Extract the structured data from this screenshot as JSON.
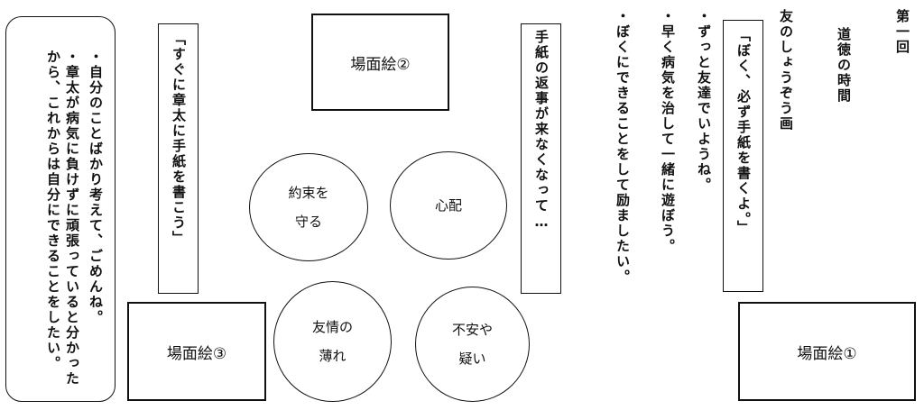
{
  "lesson": {
    "number": "第一回",
    "title": "道徳の時間",
    "subject": "友のしょうぞう画"
  },
  "right_quote": "「ぼく、必ず手紙を書くよ。」",
  "bullets_right": [
    "・ずっと友達でいようね。",
    "・早く病気を治して一緒に遊ぼう。",
    "・ぼくにできることをして励ましたい。"
  ],
  "center_box": "手紙の返事が来なくなって…",
  "left_quote": "「すぐに章太に手紙を書こう」",
  "left_panel": [
    "・自分のことばかり考えて、ごめんね。",
    "・章太が病気に負けずに頑張っていると分かったから、これからは自分にできることをしたい。"
  ],
  "scenes": {
    "scene1": "場面絵①",
    "scene2": "場面絵②",
    "scene3": "場面絵③"
  },
  "emotions": {
    "promise_line1": "約束を",
    "promise_line2": "守る",
    "worry": "心配",
    "friendship_line1": "友情の",
    "friendship_line2": "薄れ",
    "anxiety_line1": "不安や",
    "anxiety_line2": "疑い"
  }
}
